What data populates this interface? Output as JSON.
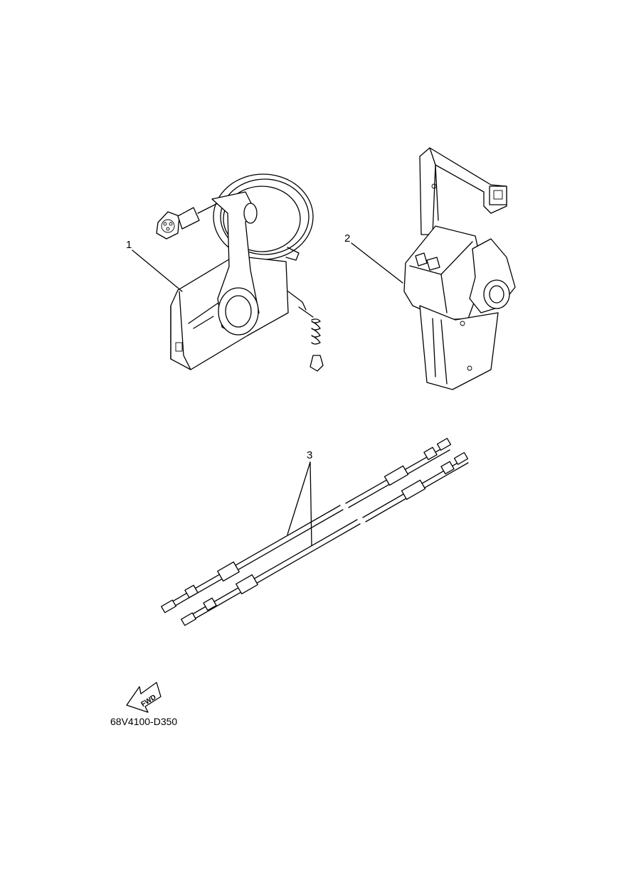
{
  "callouts": {
    "part1": "1",
    "part2": "2",
    "part3": "3"
  },
  "fwd_label": "FWD",
  "diagram_code": "68V4100-D350",
  "icons": {
    "fwd": "fwd-arrow-icon"
  }
}
